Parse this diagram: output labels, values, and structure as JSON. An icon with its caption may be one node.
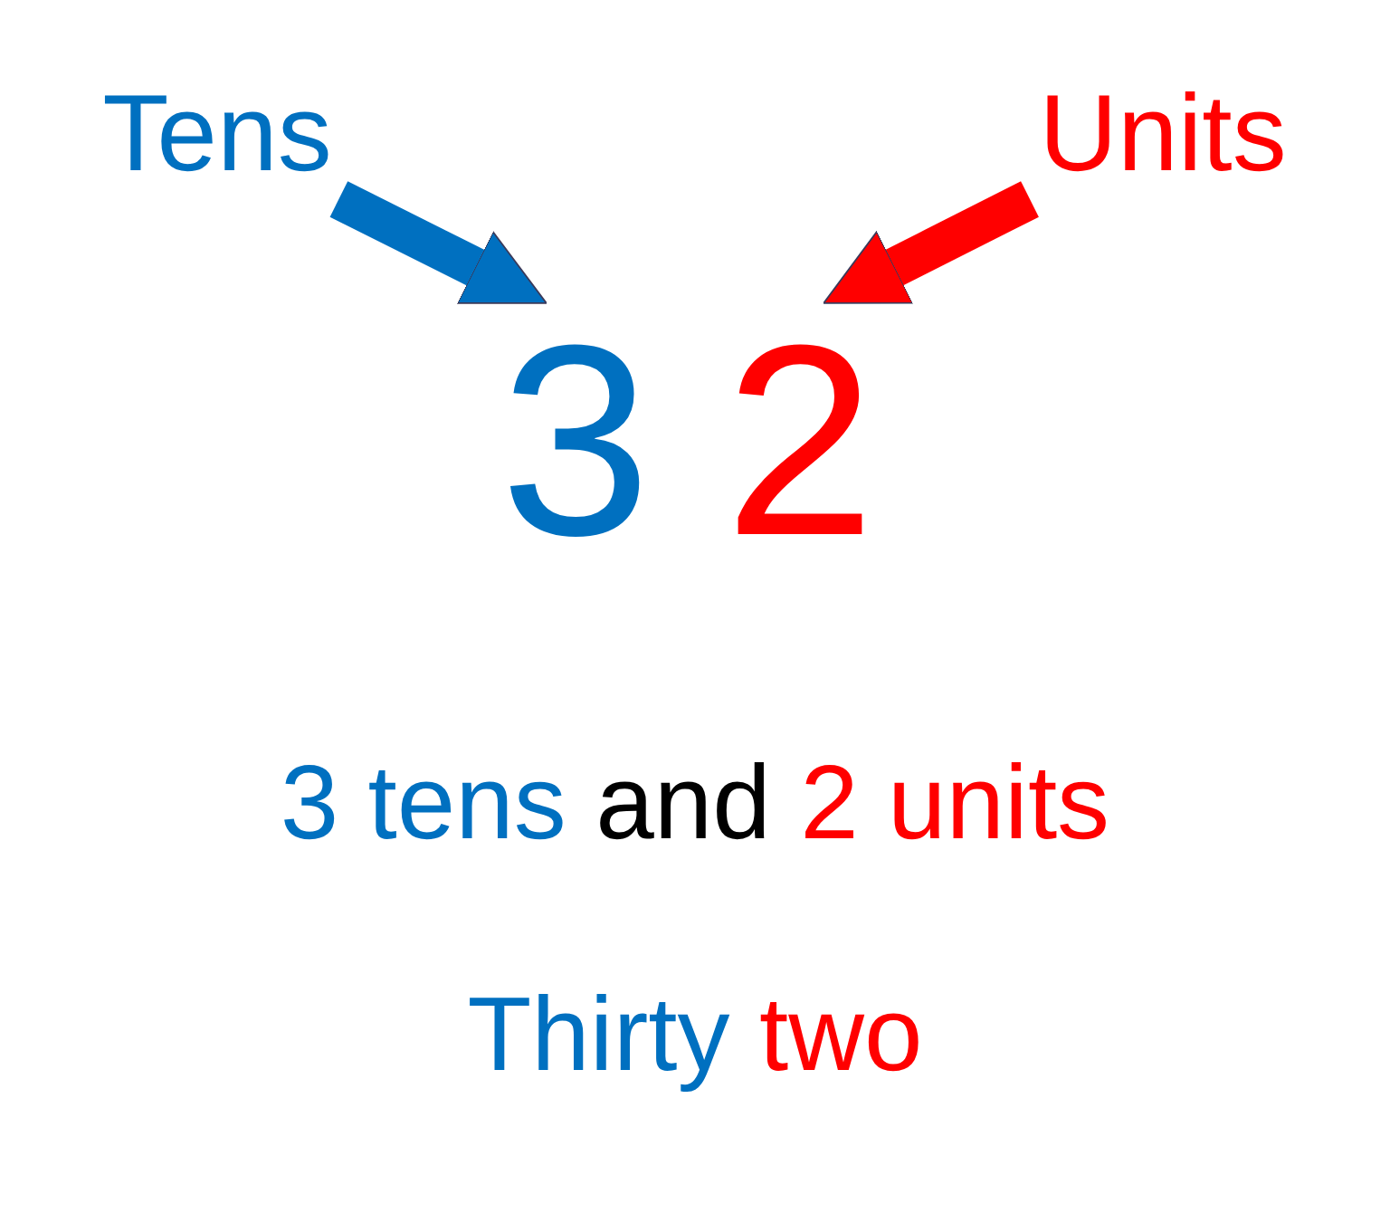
{
  "diagram": {
    "nodes": [
      {
        "text": [
          "Tens"
        ]
      },
      {
        "text": [
          "Units"
        ]
      },
      {
        "text": [
          "3"
        ]
      },
      {
        "text": [
          "2"
        ]
      }
    ],
    "edges": [
      {
        "from": 0,
        "to": 2,
        "arrow": "to",
        "color": "#0070c0"
      },
      {
        "from": 1,
        "to": 3,
        "arrow": "to",
        "color": "#ff0000"
      }
    ],
    "labels": [
      "3 tens",
      "and",
      "2 units",
      "Thirty",
      "two"
    ]
  }
}
